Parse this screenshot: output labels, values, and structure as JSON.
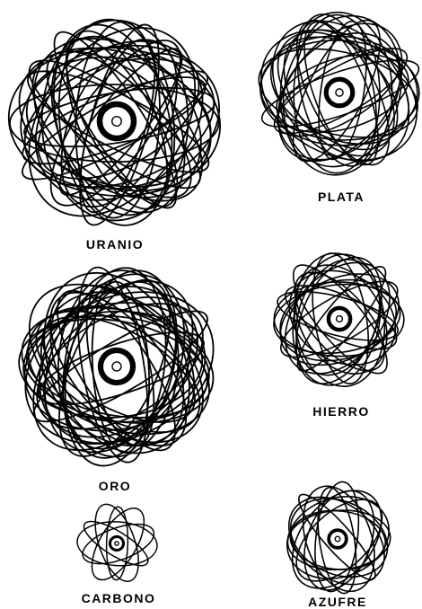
{
  "atoms": [
    {
      "id": "uranio",
      "label": "URANIO",
      "orbits": 30
    },
    {
      "id": "plata",
      "label": "PLATA",
      "orbits": 22
    },
    {
      "id": "oro",
      "label": "ORO",
      "orbits": 30
    },
    {
      "id": "hierro",
      "label": "HIERRO",
      "orbits": 18
    },
    {
      "id": "carbono",
      "label": "CARBONO",
      "orbits": 6
    },
    {
      "id": "azufre",
      "label": "AZUFRE",
      "orbits": 12
    }
  ],
  "colors": {
    "ink": "#000000",
    "paper": "#ffffff"
  }
}
